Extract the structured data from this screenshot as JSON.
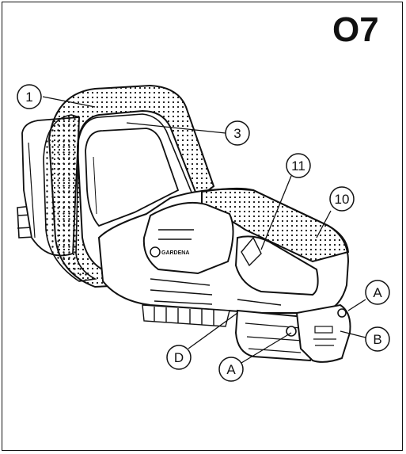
{
  "figure": {
    "page_id": "O7",
    "brand_text": "GARDENA",
    "callouts": [
      {
        "id": "callout-1",
        "label": "1"
      },
      {
        "id": "callout-3",
        "label": "3"
      },
      {
        "id": "callout-11",
        "label": "11"
      },
      {
        "id": "callout-10",
        "label": "10"
      },
      {
        "id": "callout-A-right",
        "label": "A"
      },
      {
        "id": "callout-B",
        "label": "B"
      },
      {
        "id": "callout-D",
        "label": "D"
      },
      {
        "id": "callout-A-bottom",
        "label": "A"
      }
    ]
  }
}
